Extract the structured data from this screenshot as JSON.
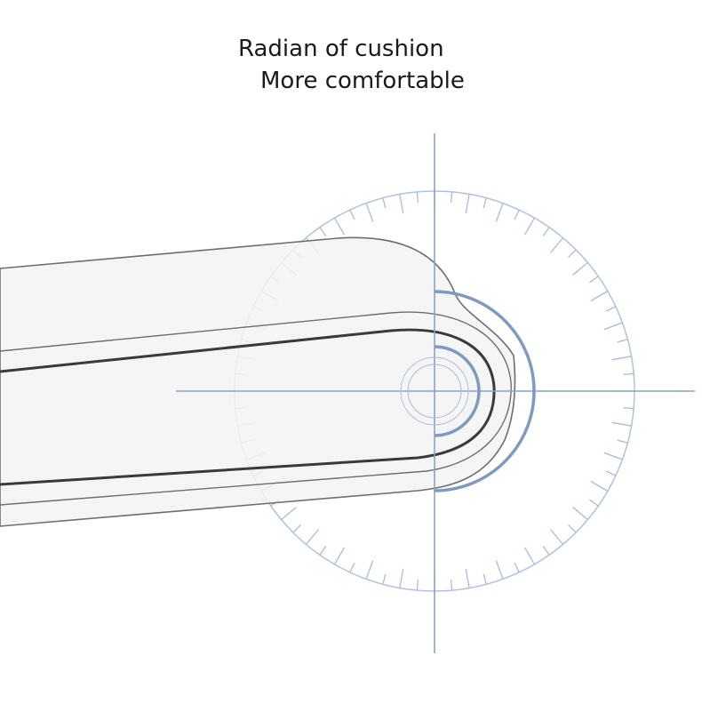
{
  "headline": {
    "line1": "Radian of cushion",
    "line2": "More comfortable"
  },
  "colors": {
    "protractor": "#a9bcd6",
    "axis": "#8aa3c4",
    "radius_arc": "#7f9ac0",
    "cushion_fill": "#f3f3f3",
    "cushion_outline": "#6e6e6e",
    "cushion_inner_line": "#3a3a3a"
  },
  "illustration": {
    "subject": "cushion-cross-section",
    "tool": "protractor"
  }
}
